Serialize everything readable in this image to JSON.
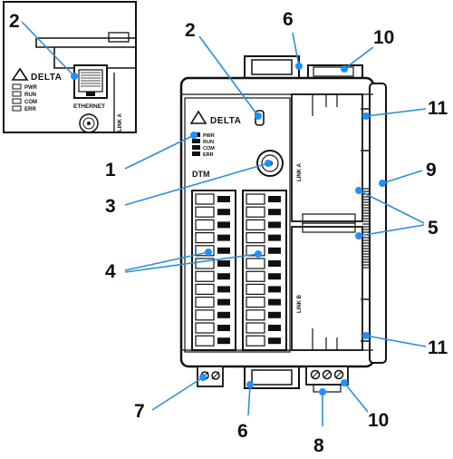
{
  "device": {
    "brand": "DELTA",
    "model": "DTM",
    "leds": [
      "PWR",
      "RUN",
      "COM",
      "ERR"
    ],
    "port_label": "ETHERNET",
    "link_a": "LINK A",
    "link_b": "LINK B"
  },
  "callouts": [
    "1",
    "2",
    "3",
    "4",
    "5",
    "6",
    "7",
    "8",
    "9",
    "10",
    "11"
  ],
  "colors": {
    "leader": "#2a8fd4",
    "dot": "#1e90ff",
    "ink": "#111111"
  }
}
